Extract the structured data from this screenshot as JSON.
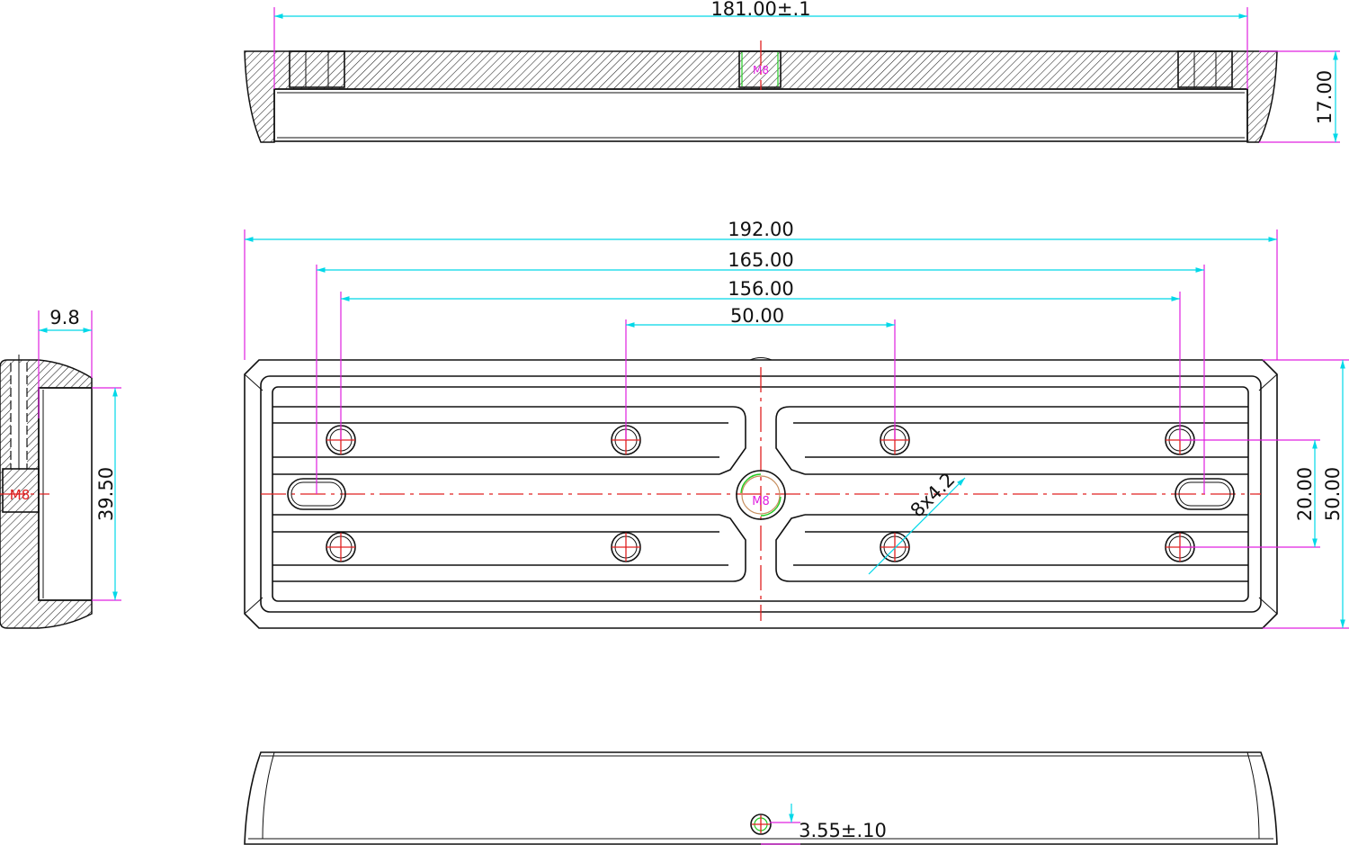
{
  "drawing": {
    "top_view": {
      "length_dim": "181.00±.1",
      "height_dim": "17.00",
      "thread_label": "M8"
    },
    "front_view": {
      "overall_length_dim": "192.00",
      "slot_spacing_dim": "165.00",
      "hole_spacing_outer_dim": "156.00",
      "hole_spacing_inner_dim": "50.00",
      "hole_vertical_spacing_dim": "20.00",
      "overall_width_dim": "50.00",
      "hole_callout": "8x4.2",
      "thread_label": "M8"
    },
    "side_view": {
      "depth_dim": "9.8",
      "inner_width_dim": "39.50",
      "thread_label": "M8"
    },
    "bottom_view": {
      "offset_dim": "3.55±.10"
    }
  },
  "colors": {
    "dimension": "#00d8e8",
    "extension": "#e020e0",
    "centerline": "#e02020",
    "outline": "#111111"
  }
}
